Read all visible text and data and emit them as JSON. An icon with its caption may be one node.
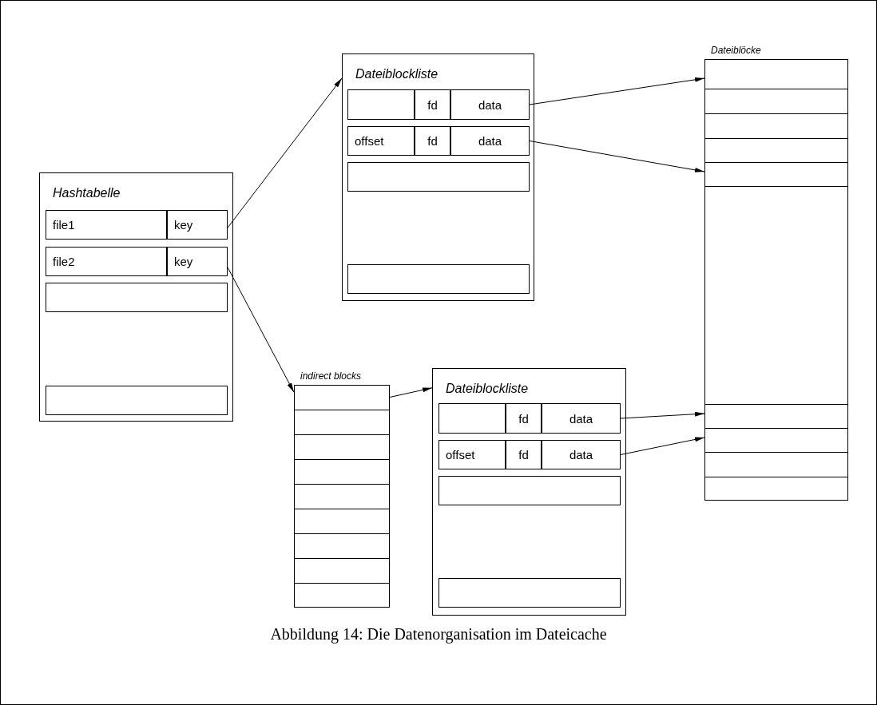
{
  "diagram": {
    "caption": "Abbildung 14: Die Datenorganisation im Dateicache",
    "nodes": [
      {
        "text": [
          "Hashtabelle"
        ]
      },
      {
        "text": [
          "file1"
        ],
        "in": 0
      },
      {
        "text": [
          "key"
        ],
        "in": 0
      },
      {
        "text": [
          "file2"
        ],
        "in": 0
      },
      {
        "text": [
          "key"
        ],
        "in": 0
      },
      {
        "text": [],
        "shape": "box",
        "in": 0
      },
      {
        "text": [],
        "shape": "box",
        "in": 0
      },
      {
        "text": [
          "Dateiblockliste"
        ]
      },
      {
        "text": [],
        "shape": "box",
        "in": 7
      },
      {
        "text": [
          "fd"
        ],
        "in": 7
      },
      {
        "text": [
          "data"
        ],
        "in": 7
      },
      {
        "text": [
          "offset"
        ],
        "in": 7
      },
      {
        "text": [
          "fd"
        ],
        "in": 7
      },
      {
        "text": [
          "data"
        ],
        "in": 7
      },
      {
        "text": [],
        "shape": "box",
        "in": 7
      },
      {
        "text": [],
        "shape": "box",
        "in": 7
      },
      {
        "text": [
          "indirect blocks"
        ]
      },
      {
        "text": [],
        "shape": "box",
        "in": 16
      },
      {
        "text": [],
        "shape": "box",
        "in": 16
      },
      {
        "text": [],
        "shape": "box",
        "in": 16
      },
      {
        "text": [],
        "shape": "box",
        "in": 16
      },
      {
        "text": [],
        "shape": "box",
        "in": 16
      },
      {
        "text": [],
        "shape": "box",
        "in": 16
      },
      {
        "text": [],
        "shape": "box",
        "in": 16
      },
      {
        "text": [],
        "shape": "box",
        "in": 16
      },
      {
        "text": [],
        "shape": "box",
        "in": 16
      },
      {
        "text": [
          "Dateiblockliste"
        ]
      },
      {
        "text": [],
        "shape": "box",
        "in": 26
      },
      {
        "text": [
          "fd"
        ],
        "in": 26
      },
      {
        "text": [
          "data"
        ],
        "in": 26
      },
      {
        "text": [
          "offset"
        ],
        "in": 26
      },
      {
        "text": [
          "fd"
        ],
        "in": 26
      },
      {
        "text": [
          "data"
        ],
        "in": 26
      },
      {
        "text": [],
        "shape": "box",
        "in": 26
      },
      {
        "text": [],
        "shape": "box",
        "in": 26
      },
      {
        "text": [
          "Dateiblöcke"
        ]
      },
      {
        "text": [],
        "shape": "box",
        "in": 35
      },
      {
        "text": [],
        "shape": "box",
        "in": 35
      },
      {
        "text": [],
        "shape": "box",
        "in": 35
      },
      {
        "text": [],
        "shape": "box",
        "in": 35
      },
      {
        "text": [],
        "shape": "box",
        "in": 35
      },
      {
        "text": [],
        "shape": "box",
        "in": 35
      },
      {
        "text": [],
        "shape": "box",
        "in": 35
      },
      {
        "text": [],
        "shape": "box",
        "in": 35
      },
      {
        "text": [],
        "shape": "box",
        "in": 35
      },
      {
        "text": [],
        "shape": "box",
        "in": 35
      }
    ],
    "edges": [
      {
        "from": 2,
        "to": 7,
        "arrow": "to"
      },
      {
        "from": 4,
        "to": 17,
        "arrow": "to"
      },
      {
        "from": 10,
        "to": 36,
        "arrow": "to"
      },
      {
        "from": 13,
        "to": 40,
        "arrow": "to"
      },
      {
        "from": 17,
        "to": 26,
        "arrow": "to"
      },
      {
        "from": 29,
        "to": 42,
        "arrow": "to"
      },
      {
        "from": 32,
        "to": 43,
        "arrow": "to"
      }
    ]
  }
}
